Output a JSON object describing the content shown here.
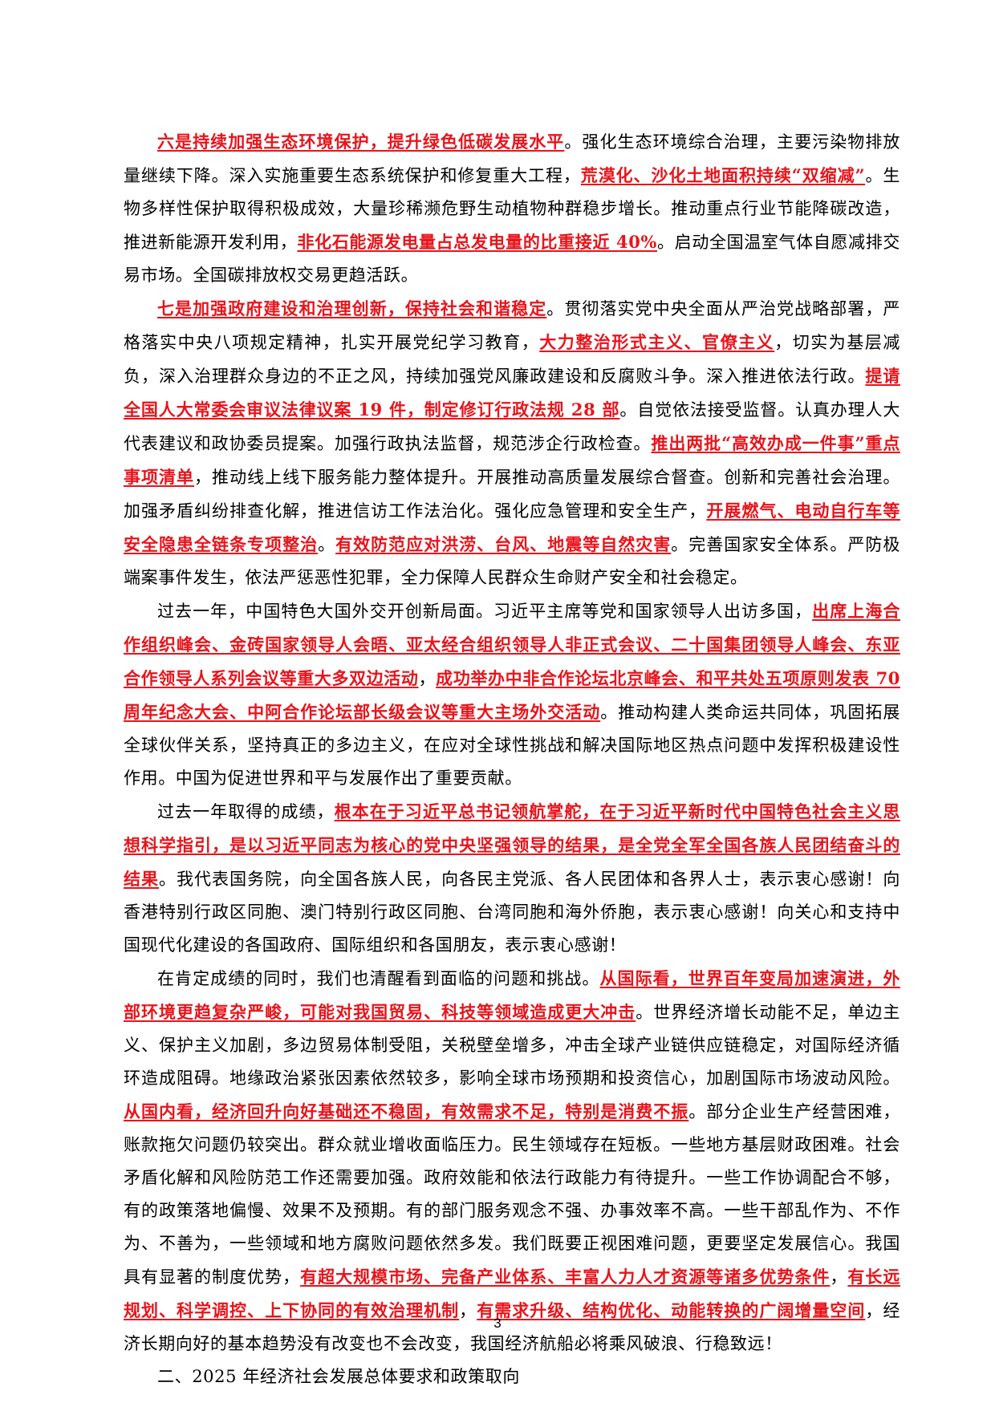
{
  "colors": {
    "text": "#000000",
    "highlight": "#e8141b",
    "background": "#ffffff"
  },
  "document": {
    "paragraphs": [
      {
        "segments": [
          {
            "text": "六是持续加强生态环境保护，提升绿色低碳发展水平",
            "hl": true
          },
          {
            "text": "。强化生态环境综合治理，主要污染物排放量继续下降。深入实施重要生态系统保护和修复重大工程，",
            "hl": false
          },
          {
            "text": "荒漠化、沙化土地面积持续“双缩减”",
            "hl": true
          },
          {
            "text": "。生物多样性保护取得积极成效，大量珍稀濒危野生动植物种群稳步增长。推动重点行业节能降碳改造，推进新能源开发利用，",
            "hl": false
          },
          {
            "text": "非化石能源发电量占总发电量的比重接近 40%",
            "hl": true
          },
          {
            "text": "。启动全国温室气体自愿减排交易市场。全国碳排放权交易更趋活跃。",
            "hl": false
          }
        ]
      },
      {
        "segments": [
          {
            "text": "七是加强政府建设和治理创新，保持社会和谐稳定",
            "hl": true
          },
          {
            "text": "。贯彻落实党中央全面从严治党战略部署，严格落实中央八项规定精神，扎实开展党纪学习教育，",
            "hl": false
          },
          {
            "text": "大力整治形式主义、官僚主义",
            "hl": true
          },
          {
            "text": "，切实为基层减负，深入治理群众身边的不正之风，持续加强党风廉政建设和反腐败斗争。深入推进依法行政。",
            "hl": false
          },
          {
            "text": "提请全国人大常委会审议法律议案 19 件，制定修订行政法规 28 部",
            "hl": true
          },
          {
            "text": "。自觉依法接受监督。认真办理人大代表建议和政协委员提案。加强行政执法监督，规范涉企行政检查。",
            "hl": false
          },
          {
            "text": "推出两批“高效办成一件事”重点事项清单",
            "hl": true
          },
          {
            "text": "，推动线上线下服务能力整体提升。开展推动高质量发展综合督查。创新和完善社会治理。加强矛盾纠纷排查化解，推进信访工作法治化。强化应急管理和安全生产，",
            "hl": false
          },
          {
            "text": "开展燃气、电动自行车等安全隐患全链条专项整治",
            "hl": true
          },
          {
            "text": "。",
            "hl": false
          },
          {
            "text": "有效防范应对洪涝、台风、地震等自然灾害",
            "hl": true
          },
          {
            "text": "。完善国家安全体系。严防极端案事件发生，依法严惩恶性犯罪，全力保障人民群众生命财产安全和社会稳定。",
            "hl": false
          }
        ]
      },
      {
        "segments": [
          {
            "text": "过去一年，中国特色大国外交开创新局面。习近平主席等党和国家领导人出访多国，",
            "hl": false
          },
          {
            "text": "出席上海合作组织峰会、金砖国家领导人会晤、亚太经合组织领导人非正式会议、二十国集团领导人峰会、东亚合作领导人系列会议等重大多双边活动",
            "hl": true
          },
          {
            "text": "，",
            "hl": false
          },
          {
            "text": "成功举办中非合作论坛北京峰会、和平共处五项原则发表 70 周年纪念大会、中阿合作论坛部长级会议等重大主场外交活动",
            "hl": true
          },
          {
            "text": "。推动构建人类命运共同体，巩固拓展全球伙伴关系，坚持真正的多边主义，在应对全球性挑战和解决国际地区热点问题中发挥积极建设性作用。中国为促进世界和平与发展作出了重要贡献。",
            "hl": false
          }
        ]
      },
      {
        "segments": [
          {
            "text": "过去一年取得的成绩，",
            "hl": false
          },
          {
            "text": "根本在于习近平总书记领航掌舵，在于习近平新时代中国特色社会主义思想科学指引，是以习近平同志为核心的党中央坚强领导的结果，是全党全军全国各族人民团结奋斗的结果",
            "hl": true
          },
          {
            "text": "。我代表国务院，向全国各族人民，向各民主党派、各人民团体和各界人士，表示衷心感谢！向香港特别行政区同胞、澳门特别行政区同胞、台湾同胞和海外侨胞，表示衷心感谢！向关心和支持中国现代化建设的各国政府、国际组织和各国朋友，表示衷心感谢！",
            "hl": false
          }
        ]
      },
      {
        "segments": [
          {
            "text": "在肯定成绩的同时，我们也清醒看到面临的问题和挑战。",
            "hl": false
          },
          {
            "text": "从国际看，世界百年变局加速演进，外部环境更趋复杂严峻，可能对我国贸易、科技等领域造成更大冲击",
            "hl": true
          },
          {
            "text": "。世界经济增长动能不足，单边主义、保护主义加剧，多边贸易体制受阻，关税壁垒增多，冲击全球产业链供应链稳定，对国际经济循环造成阻碍。地缘政治紧张因素依然较多，影响全球市场预期和投资信心，加剧国际市场波动风险。",
            "hl": false
          },
          {
            "text": "从国内看，经济回升向好基础还不稳固，有效需求不足，特别是消费不振",
            "hl": true
          },
          {
            "text": "。部分企业生产经营困难，账款拖欠问题仍较突出。群众就业增收面临压力。民生领域存在短板。一些地方基层财政困难。社会矛盾化解和风险防范工作还需要加强。政府效能和依法行政能力有待提升。一些工作协调配合不够，有的政策落地偏慢、效果不及预期。有的部门服务观念不强、办事效率不高。一些干部乱作为、不作为、不善为，一些领域和地方腐败问题依然多发。我们既要正视困难问题，更要坚定发展信心。我国具有显著的制度优势，",
            "hl": false
          },
          {
            "text": "有超大规模市场、完备产业体系、丰富人力人才资源等诸多优势条件",
            "hl": true
          },
          {
            "text": "，",
            "hl": false
          },
          {
            "text": "有长远规划、科学调控、上下协同的有效治理机制",
            "hl": true
          },
          {
            "text": "，",
            "hl": false
          },
          {
            "text": "有需求升级、结构优化、动能转换的广阔增量空间",
            "hl": true
          },
          {
            "text": "，经济长期向好的基本趋势没有改变也不会改变，我国经济航船必将乘风破浪、行稳致远！",
            "hl": false
          }
        ]
      },
      {
        "segments": [
          {
            "text": "二、2025 年经济社会发展总体要求和政策取向",
            "hl": false
          }
        ]
      }
    ]
  },
  "footer": {
    "page_number": "3"
  }
}
